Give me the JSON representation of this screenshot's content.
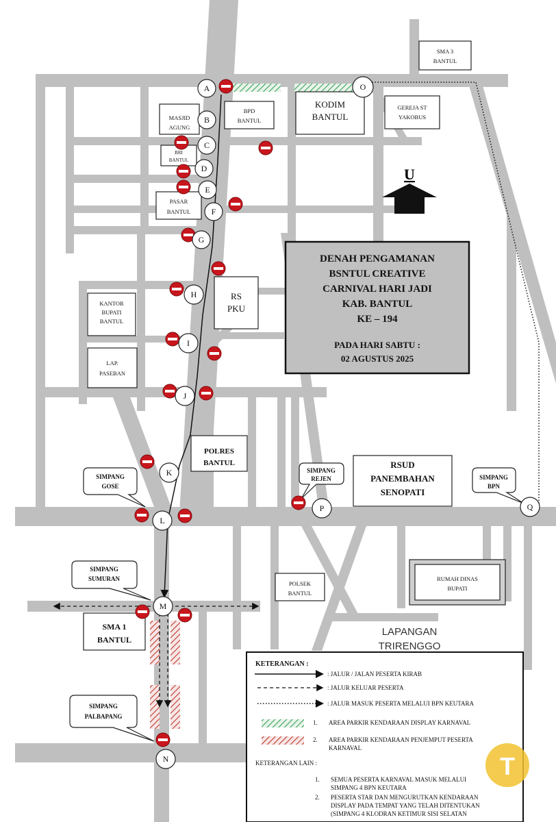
{
  "title": {
    "lines": [
      "DENAH PENGAMANAN",
      "BSNTUL CREATIVE",
      "CARNIVAL HARI JADI",
      "KAB. BANTUL",
      "KE – 194"
    ],
    "date_lines": [
      "PADA HARI SABTU :",
      "02 AGUSTUS 2025"
    ]
  },
  "compass": {
    "label": "U"
  },
  "checkpoints": [
    "A",
    "B",
    "C",
    "D",
    "E",
    "F",
    "G",
    "H",
    "I",
    "J",
    "K",
    "L",
    "M",
    "N",
    "O",
    "P",
    "Q"
  ],
  "buildings": {
    "sma3": [
      "SMA 3",
      "BANTUL"
    ],
    "kodim": [
      "KODIM",
      "BANTUL"
    ],
    "gereja": [
      "GEREJA ST",
      "YAKOBUS"
    ],
    "bpd": [
      "BPD",
      "BANTUL"
    ],
    "masjid": [
      "MASJID",
      "AGUNG"
    ],
    "bri": [
      "BRI",
      "BANTUL"
    ],
    "pasar": [
      "PASAR",
      "BANTUL"
    ],
    "rs_pku": [
      "RS",
      "PKU"
    ],
    "kantor_bupati": [
      "KANTOR",
      "BUPATI",
      "BANTUL"
    ],
    "lap_paseban": [
      "LAP.",
      "PASEBAN"
    ],
    "polres": [
      "POLRES",
      "BANTUL"
    ],
    "rsud": [
      "RSUD",
      "PANEMBAHAN",
      "SENOPATI"
    ],
    "polsek": [
      "POLSEK",
      "BANTUL"
    ],
    "rumah_dinas": [
      "RUMAH DINAS",
      "BUPATI"
    ],
    "sma1": [
      "SMA 1",
      "BANTUL"
    ],
    "lapangan": [
      "LAPANGAN",
      "TRIRENGGO"
    ]
  },
  "callouts": {
    "gose": [
      "SIMPANG",
      "GOSE"
    ],
    "rejen": [
      "SIMPANG",
      "REJEN"
    ],
    "bpn": [
      "SIMPANG",
      "BPN"
    ],
    "sumuran": [
      "SIMPANG",
      "SUMURAN"
    ],
    "palbapang": [
      "SIMPANG",
      "PALBAPANG"
    ]
  },
  "legend": {
    "title": "KETERANGAN :",
    "route": ": JALUR / JALAN PESERTA KIRAB",
    "exit": ": JALUR KELUAR PESERTA",
    "entry": ": JALUR MASUK PESERTA MELALUI BPN KEUTARA",
    "parking1_num": "1.",
    "parking1": "AREA PARKIR KENDARAAN DISPLAY KARNAVAL",
    "parking2_num": "2.",
    "parking2": [
      "AREA PARKIR KENDARAAN PENJEMPUT PESERTA",
      "KARNAVAL"
    ],
    "other_title": "KETERANGAN LAIN :",
    "note1_num": "1.",
    "note1": [
      "SEMUA PESERTA KARNAVAL MASUK MELALUI",
      "SIMPANG 4 BPN KEUTARA"
    ],
    "note2_num": "2.",
    "note2": [
      "PESERTA STAR DAN MENGURUTKAN KENDARAAN",
      "DISPLAY PADA TEMPAT YANG TELAH DITENTUKAN",
      "(SIMPANG 4 KLODRAN KETIMUR SISI SELATAN"
    ]
  },
  "watermark": {
    "letter": "T"
  },
  "colors": {
    "road": "#bfbfbf",
    "block": "#c8161d",
    "title_bg": "#c0c0c0",
    "parking_green": "#3aa35a",
    "parking_red": "#c0392b"
  }
}
